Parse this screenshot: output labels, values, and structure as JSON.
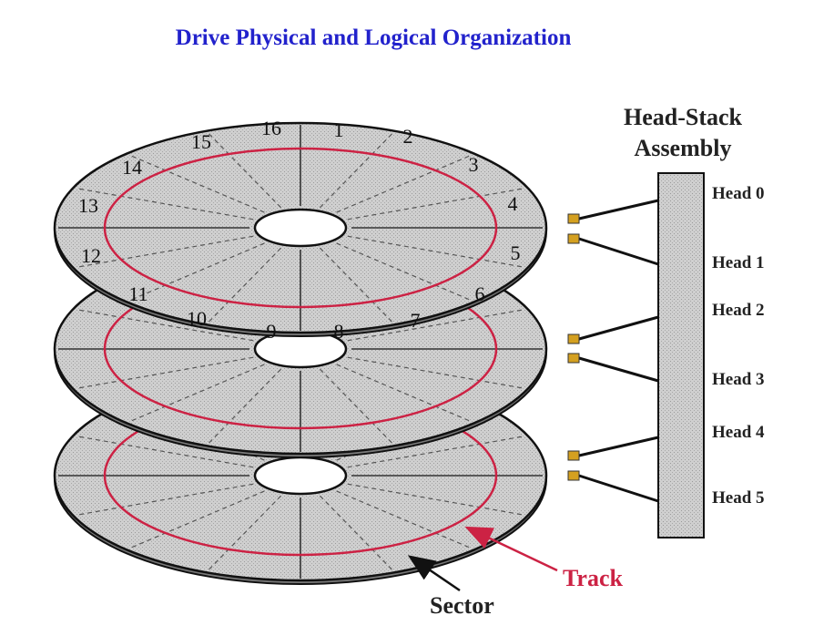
{
  "title": "Drive Physical and Logical Organization",
  "head_stack": {
    "title_line1": "Head-Stack",
    "title_line2": "Assembly",
    "heads": [
      "Head 0",
      "Head 1",
      "Head 2",
      "Head 3",
      "Head 4",
      "Head 5"
    ]
  },
  "sectors": [
    "1",
    "2",
    "3",
    "4",
    "5",
    "6",
    "7",
    "8",
    "9",
    "10",
    "11",
    "12",
    "13",
    "14",
    "15",
    "16"
  ],
  "labels": {
    "track": "Track",
    "sector": "Sector"
  },
  "colors": {
    "title": "#2222cc",
    "track": "#cc2244",
    "platter": "#c8c8c8",
    "head_tip": "#d4a020"
  }
}
